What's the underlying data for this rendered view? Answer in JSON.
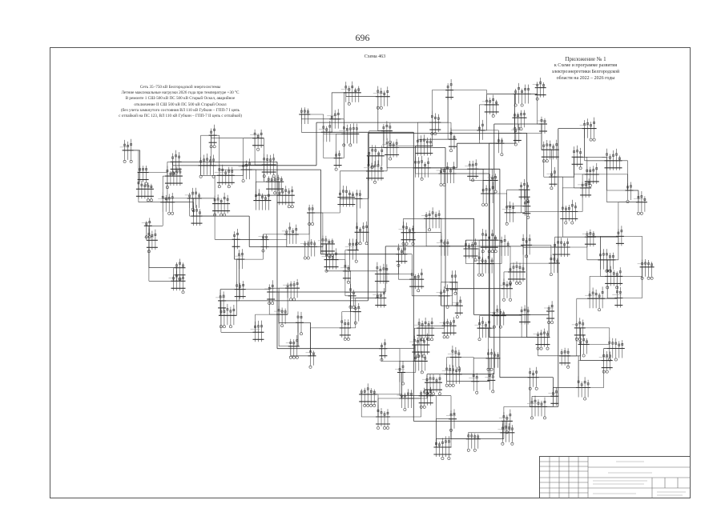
{
  "page_number": "696",
  "scheme_title": "Схема 463",
  "appendix": {
    "head": "Приложение № 1",
    "lines": [
      "к Схеме и программе развития",
      "электроэнергетики Белгородской",
      "области на 2022 – 2026 годы"
    ]
  },
  "caption": {
    "lines": [
      "Сеть 35–750 кВ Белгородской энергосистемы",
      "Летние максимальные нагрузки 2026 года при температуре +30 °С",
      "В ремонте 1 СШ-500 кВ ПС 500 кВ Старый Оскол, аварийное",
      "отключение II СШ 500 кВ ПС 500 кВ Старый Оскол",
      "(без учета замкнутого состояния ВЛ 110 кВ Губкин – ГПП-7 I цепь",
      "с отпайкой на ПС 123, ВЛ 110 кВ Губкин – ГПП-7 II цепь с отпайкой)"
    ]
  }
}
